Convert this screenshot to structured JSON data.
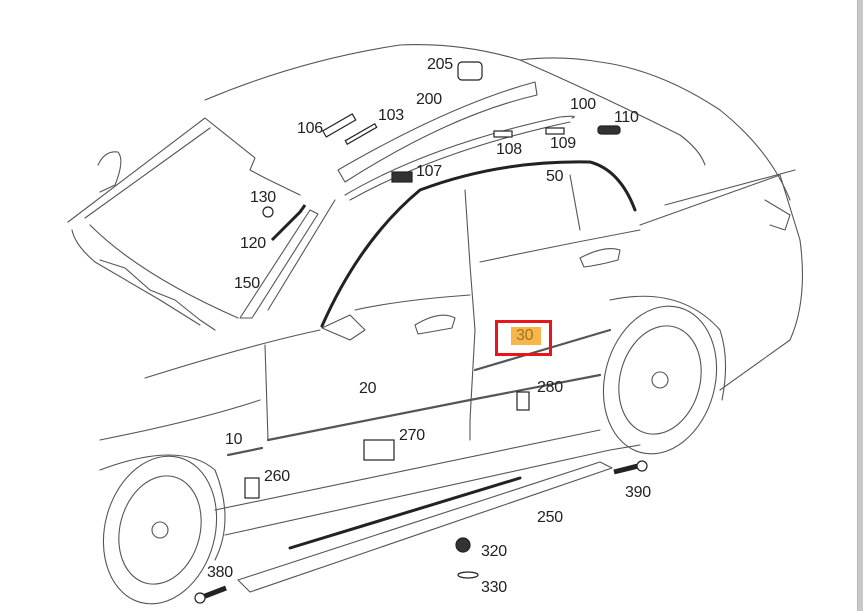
{
  "diagram": {
    "title": "Vehicle exterior trim - side view parts diagram",
    "highlight_color": "#e8161b",
    "highlight_fill": "#f7b64a",
    "selected_part": "30",
    "parts": [
      {
        "id": "205",
        "label": "205"
      },
      {
        "id": "200",
        "label": "200"
      },
      {
        "id": "100",
        "label": "100"
      },
      {
        "id": "110",
        "label": "110"
      },
      {
        "id": "106",
        "label": "106"
      },
      {
        "id": "103",
        "label": "103"
      },
      {
        "id": "108",
        "label": "108"
      },
      {
        "id": "109",
        "label": "109"
      },
      {
        "id": "107",
        "label": "107"
      },
      {
        "id": "50",
        "label": "50"
      },
      {
        "id": "130",
        "label": "130"
      },
      {
        "id": "120",
        "label": "120"
      },
      {
        "id": "150",
        "label": "150"
      },
      {
        "id": "30",
        "label": "30"
      },
      {
        "id": "280",
        "label": "280"
      },
      {
        "id": "20",
        "label": "20"
      },
      {
        "id": "10",
        "label": "10"
      },
      {
        "id": "270",
        "label": "270"
      },
      {
        "id": "260",
        "label": "260"
      },
      {
        "id": "390",
        "label": "390"
      },
      {
        "id": "250",
        "label": "250"
      },
      {
        "id": "320",
        "label": "320"
      },
      {
        "id": "330",
        "label": "330"
      },
      {
        "id": "380",
        "label": "380"
      }
    ]
  }
}
